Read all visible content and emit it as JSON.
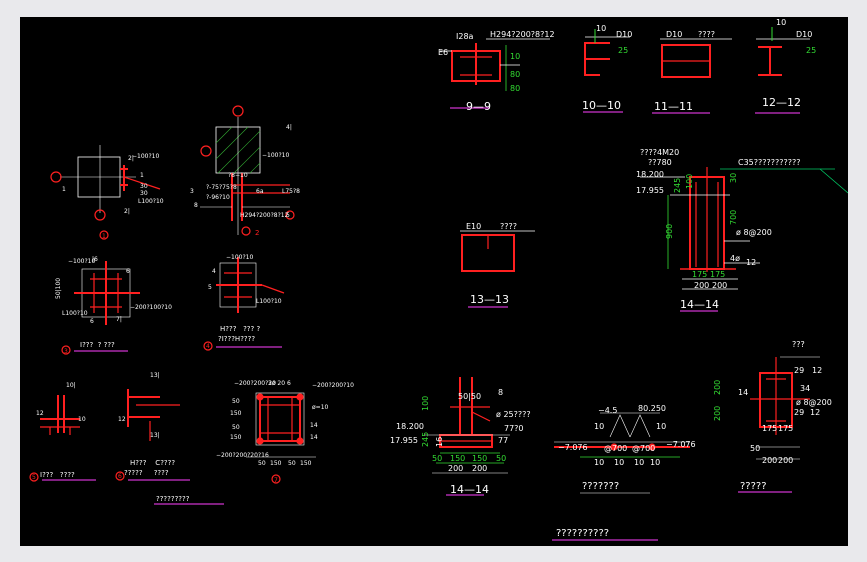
{
  "colors": {
    "background": "#000000",
    "frame": "#e9e9ec",
    "steel": "#ff2020",
    "text": "#ffffff",
    "dim": "#33dd33",
    "underline": "#cc33cc",
    "leader": "#00cc66"
  },
  "sections": {
    "s99": {
      "title": "9—9",
      "top_left": "I28a",
      "top_right": "H294?200?8?12",
      "left": "E6",
      "dim1": "10",
      "dim2": "80",
      "dim3": "80"
    },
    "s1010": {
      "title": "10—10",
      "d1": "10",
      "d2": "D10",
      "d3": "25"
    },
    "s1111": {
      "title": "11—11",
      "d1": "D10",
      "d2": "????"
    },
    "s1212": {
      "title": "12—12",
      "d1": "10",
      "d2": "D10",
      "d3": "25"
    },
    "s1313": {
      "title": "13—13",
      "d1": "E10",
      "d2": "????"
    },
    "s1414a": {
      "title": "14—14",
      "l1": "????4M20",
      "l2": "??780",
      "l3": "18.200",
      "l4": "17.955",
      "l5": "C35???????????",
      "d245": "245",
      "d100": "100",
      "d30": "30",
      "d900": "900",
      "d700": "700",
      "rebar": "ø 8@200",
      "d4": "4ø",
      "d12": "12",
      "d175a": "175",
      "d175b": "175",
      "d200a": "200",
      "d200b": "200"
    },
    "s1414b": {
      "title": "14—14",
      "d5050": "50|50",
      "d8": "8",
      "bolt": "ø 25????",
      "l77": "77?0",
      "e1": "18.200",
      "e2": "17.955",
      "d245": "245",
      "d100": "100",
      "d16": "16",
      "d77": "77",
      "d50a": "50",
      "d150a": "150",
      "d150b": "150",
      "d50b": "50",
      "d200a": "200",
      "d200b": "200"
    },
    "splice": {
      "title": "???????",
      "e1": "−7.076",
      "e2": "−7.076",
      "top": "−4.5",
      "lvl": "80.250",
      "d10a": "10",
      "d10b": "10",
      "d700a": "@700",
      "d700b": "@700",
      "d10c": "10",
      "d10d": "10",
      "d10e": "10",
      "d10f": "10"
    },
    "col": {
      "title": "?????",
      "top": "???",
      "d200a": "200",
      "d200b": "200",
      "d29a": "29",
      "d12a": "12",
      "d14": "14",
      "d34": "34",
      "rebar": "ø 8@200",
      "d29b": "29",
      "d12b": "12",
      "d175a": "175",
      "d175b": "175",
      "d50": "50",
      "d200c": "200",
      "d200d": "200"
    }
  },
  "details": {
    "d1": {
      "num": "1",
      "l1": "−100?10",
      "l2": "2|",
      "l3": "30",
      "l4": "30",
      "l5": "L100?10",
      "l6": "1",
      "l7": "1",
      "l8": "2|"
    },
    "d2": {
      "num": "2",
      "l1": "−100?10",
      "l2": "?8−10",
      "l3": "?-75?75?8",
      "l4": "?-96?10",
      "l5": "6a",
      "l6": "L75?8",
      "l7": "H294?200?8?12",
      "l8": "4|",
      "l9": "3",
      "l10": "8",
      "l11": "5"
    },
    "d3": {
      "num": "3",
      "cap": "I???  ? ???",
      "l1": "−100?10",
      "l2": "|6",
      "l3": "50|100",
      "l4": "L100?10",
      "l5": "−200?100?10",
      "l6": "6",
      "l7": "7|",
      "l8": "6"
    },
    "d4": {
      "num": "4",
      "cap1": "H???   ??? ?",
      "cap2": "?I???H????",
      "l1": "−100?10",
      "l2": "4",
      "l3": "5",
      "l4": "L100?10"
    },
    "d5": {
      "num": "5",
      "cap": "I???   ????",
      "l1": "10|",
      "l2": "12",
      "l3": "10"
    },
    "d6": {
      "num": "6",
      "cap1": "H???    C????",
      "cap2": "?????     ????",
      "l1": "13|",
      "l2": "12",
      "l3": "13|"
    },
    "d7": {
      "num": "7",
      "cap": "?????????",
      "l1": "−200?200?20",
      "l2": "3ø 20 6",
      "l3": "−200?200?10",
      "l4": "ø=10",
      "l5": "−200?200?20?16",
      "l6": "14",
      "l7": "14",
      "l8": "50",
      "l9": "150",
      "l10": "50",
      "l11": "150",
      "l12": "50",
      "l13": "150",
      "l14": "50",
      "l15": "150"
    }
  },
  "bottom_caption": "??????????"
}
